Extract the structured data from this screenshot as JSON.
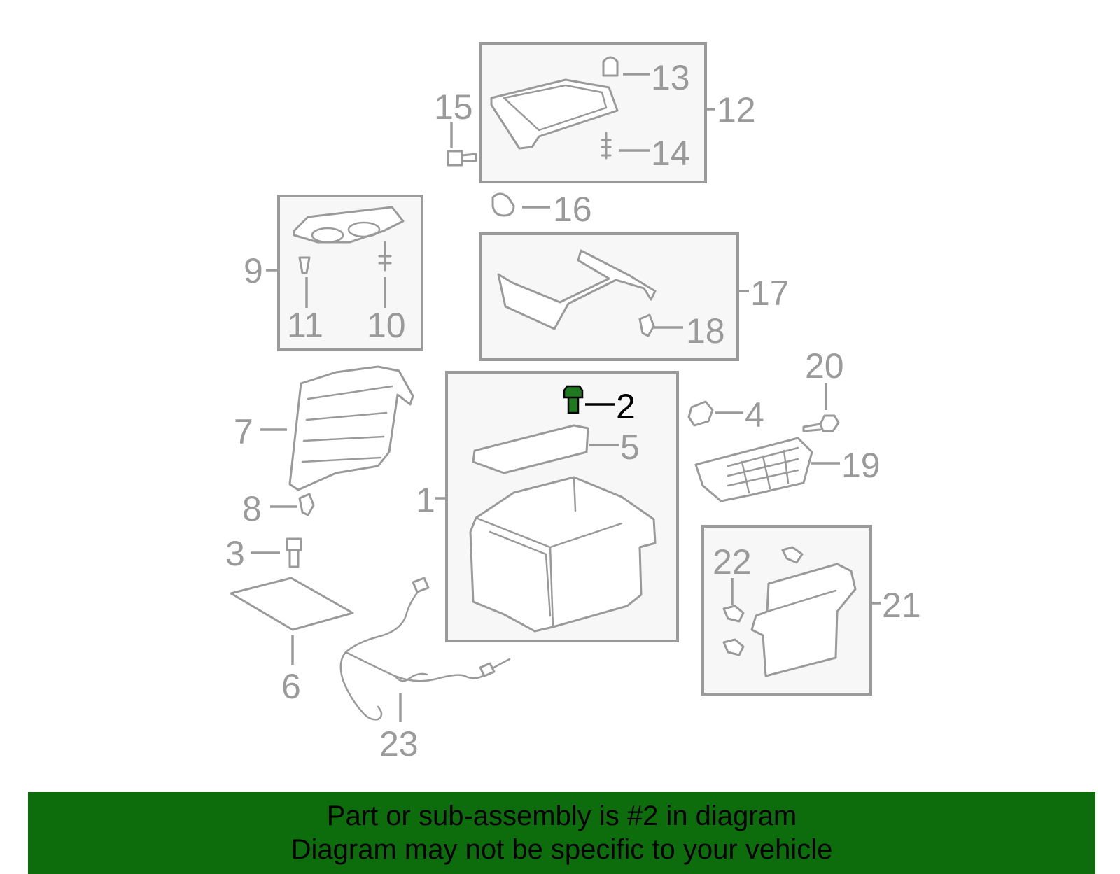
{
  "diagram": {
    "highlight_part": "2",
    "colors": {
      "line": "#9a9a9a",
      "highlight_text": "#000000",
      "highlight_part": "#1f7a1f",
      "banner": "#0d6d0d"
    },
    "callouts": [
      "1",
      "2",
      "3",
      "4",
      "5",
      "6",
      "7",
      "8",
      "9",
      "10",
      "11",
      "12",
      "13",
      "14",
      "15",
      "16",
      "17",
      "18",
      "19",
      "20",
      "21",
      "22",
      "23"
    ]
  },
  "banner": {
    "line1": "Part or sub-assembly is #2 in diagram",
    "line2": "Diagram may not be specific to your vehicle"
  }
}
